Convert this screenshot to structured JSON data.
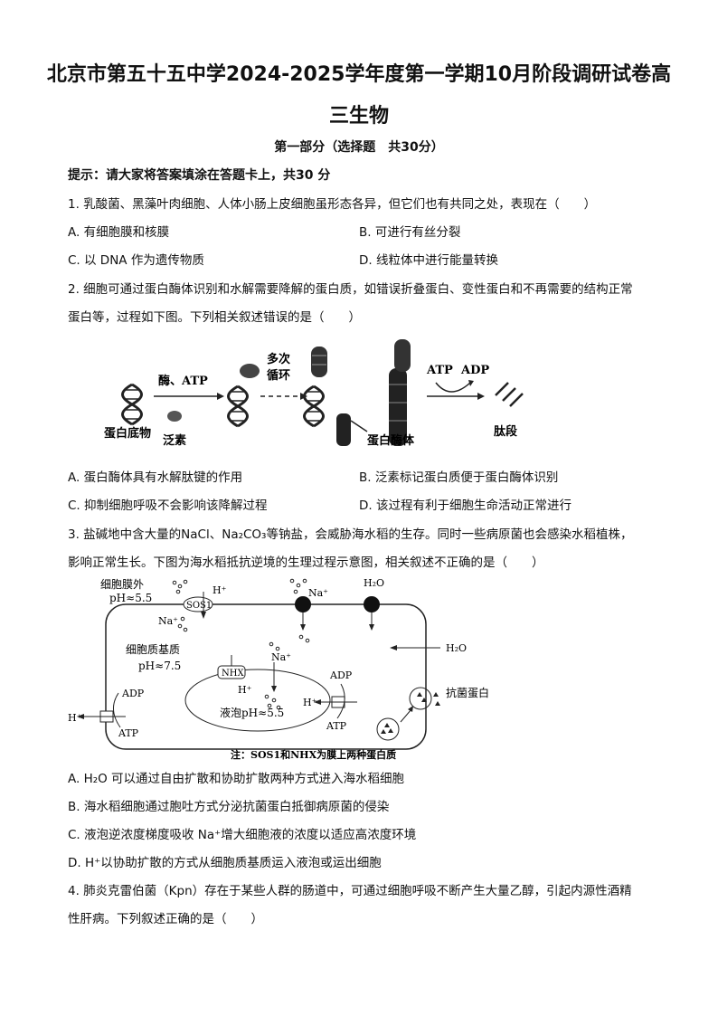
{
  "header": {
    "title_line1": "北京市第五十五中学2024-2025学年度第一学期10月阶段调研试卷高",
    "title_line2": "三生物",
    "section": "第一部分（选择题　共30分）",
    "hint": "提示：请大家将答案填涂在答题卡上，共30 分"
  },
  "questions": [
    {
      "stem_lines": [
        "1. 乳酸菌、黑藻叶肉细胞、人体小肠上皮细胞虽形态各异，但它们也有共同之处，表现在（　　）"
      ],
      "options": [
        "A. 有细胞膜和核膜",
        "B. 可进行有丝分裂",
        "C. 以 DNA 作为遗传物质",
        "D. 线粒体中进行能量转换"
      ]
    },
    {
      "stem_lines": [
        "2. 细胞可通过蛋白酶体识别和水解需要降解的蛋白质，如错误折叠蛋白、变性蛋白和不再需要的结构正常",
        "蛋白等，过程如下图。下列相关叙述错误的是（　　）"
      ],
      "options": [
        "A. 蛋白酶体具有水解肽键的作用",
        "B. 泛素标记蛋白质便于蛋白酶体识别",
        "C. 抑制细胞呼吸不会影响该降解过程",
        "D. 该过程有利于细胞生命活动正常进行"
      ]
    },
    {
      "stem_lines": [
        "3. 盐碱地中含大量的NaCl、Na₂CO₃等钠盐，会威胁海水稻的生存。同时一些病原菌也会感染水稻植株，",
        "影响正常生长。下图为海水稻抵抗逆境的生理过程示意图，相关叙述不正确的是（　　）"
      ],
      "options": [
        "A. H₂O 可以通过自由扩散和协助扩散两种方式进入海水稻细胞",
        "B. 海水稻细胞通过胞吐方式分泌抗菌蛋白抵御病原菌的侵染",
        "C. 液泡逆浓度梯度吸收 Na⁺增大细胞液的浓度以适应高浓度环境",
        "D. H⁺以协助扩散的方式从细胞质基质运入液泡或运出细胞"
      ]
    },
    {
      "stem_lines": [
        "4. 肺炎克雷伯菌（Kpn）存在于某些人群的肠道中，可通过细胞呼吸不断产生大量乙醇，引起内源性酒精",
        "性肝病。下列叙述正确的是（　　）"
      ]
    }
  ],
  "figure1": {
    "labels": {
      "substrate": "蛋白底物",
      "enzyme_atp": "酶、ATP",
      "ubiquitin": "泛素",
      "multi_cycle_1": "多次",
      "multi_cycle_2": "循环",
      "proteasome": "蛋白酶体",
      "atp": "ATP",
      "adp": "ADP",
      "peptide": "肽段"
    }
  },
  "figure2": {
    "labels": {
      "outside": "细胞膜外",
      "outside_ph": "pH≈5.5",
      "sos1": "SOS1",
      "hplus": "H⁺",
      "naplus": "Na⁺",
      "h2o": "H₂O",
      "cytoplasm": "细胞质基质",
      "cyto_ph": "pH≈7.5",
      "nhx": "NHX",
      "vacuole": "液泡pH≈5.5",
      "adp": "ADP",
      "atp": "ATP",
      "antibacterial": "抗菌蛋白",
      "note": "注：SOS1和NHX为膜上两种蛋白质"
    }
  }
}
